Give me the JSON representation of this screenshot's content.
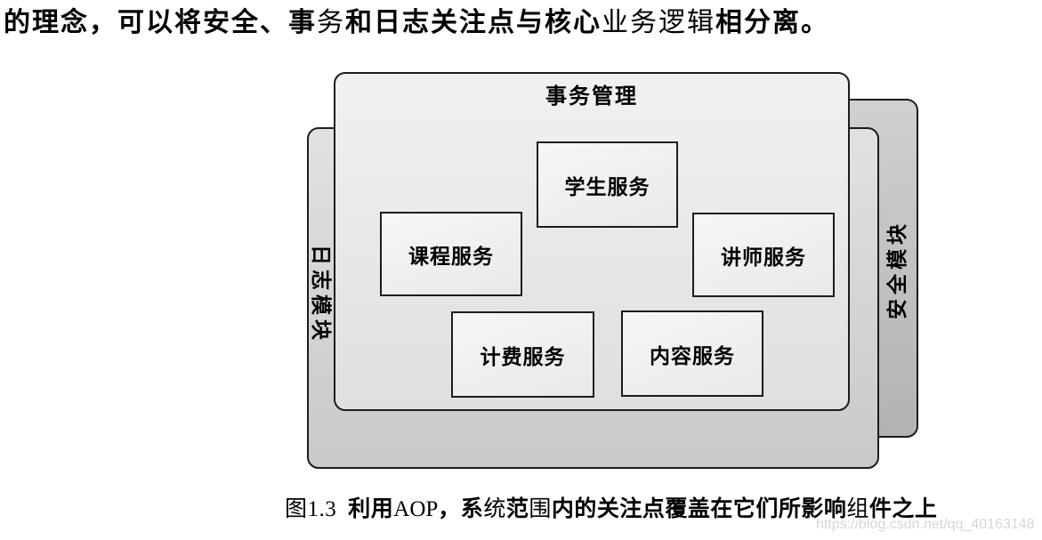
{
  "intro": {
    "segments": [
      {
        "t": "的理念，可以将安全、事"
      },
      {
        "t": "务"
      },
      {
        "t": "和日志关注点与核心"
      },
      {
        "t": "业务逻辑"
      },
      {
        "t": "相分离。"
      }
    ]
  },
  "diagram": {
    "transaction_label": "事务管理",
    "logging_label": "日志模块",
    "security_label": "安全模块",
    "services": [
      {
        "id": "student",
        "label": "学生服务"
      },
      {
        "id": "course",
        "label": "课程服务"
      },
      {
        "id": "instructor",
        "label": "讲师服务"
      },
      {
        "id": "billing",
        "label": "计费服务"
      },
      {
        "id": "content",
        "label": "内容服务"
      }
    ],
    "colors": {
      "border": "#1c1c1c",
      "transaction_box": "#ebebeb",
      "logging_box": "#d4d4d4",
      "security_box": "#bcbcbc",
      "service_box": "#f0f0f0"
    }
  },
  "caption": {
    "segments": [
      {
        "t": "图1.3"
      },
      {
        "t": "利用"
      },
      {
        "t": "AOP"
      },
      {
        "t": "，系"
      },
      {
        "t": "统"
      },
      {
        "t": "范"
      },
      {
        "t": "围"
      },
      {
        "t": "内的关注点覆盖在它们所影响"
      },
      {
        "t": "组"
      },
      {
        "t": "件之上"
      }
    ]
  },
  "watermark": {
    "text": "https://blog.csdn.net/qq_40163148",
    "color": "#d6d6d6"
  }
}
